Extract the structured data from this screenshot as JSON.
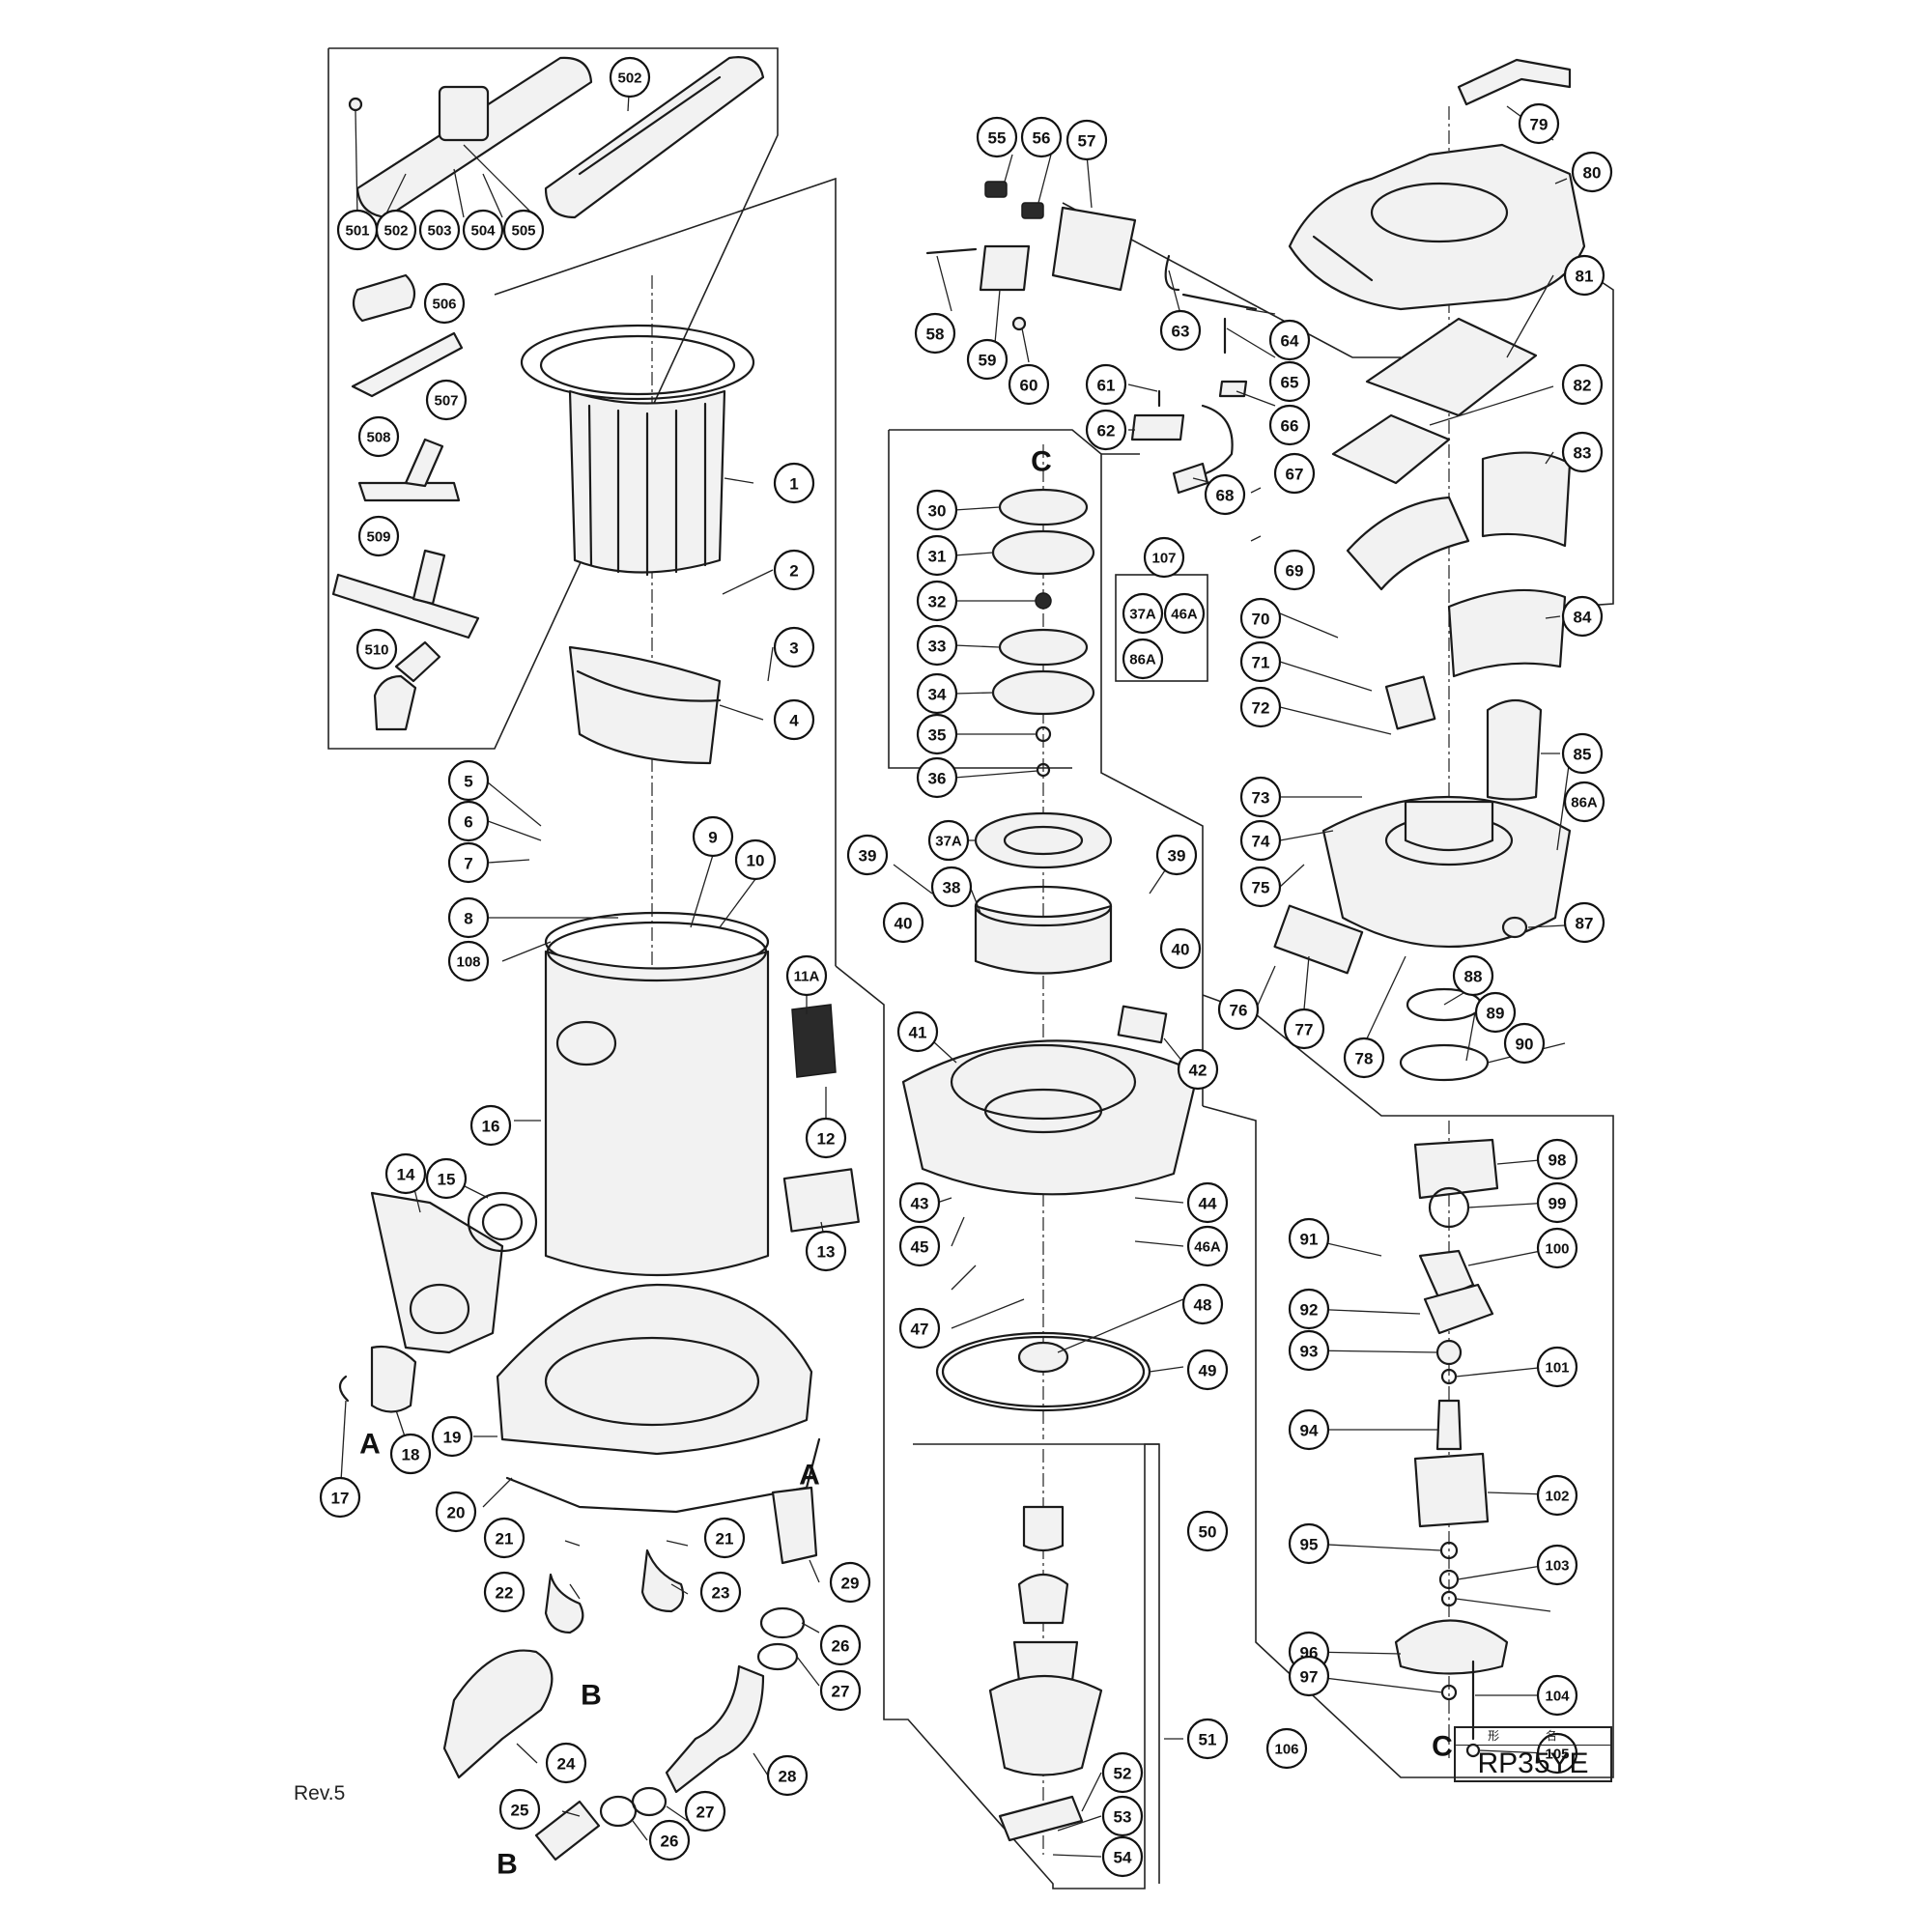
{
  "revision": "Rev.5",
  "model_box": {
    "header": "形 名",
    "model": "RP35YE"
  },
  "ref_letters": [
    "A",
    "A",
    "B",
    "B",
    "C",
    "C"
  ],
  "callouts": [
    "501",
    "502",
    "503",
    "504",
    "505",
    "502",
    "506",
    "507",
    "508",
    "509",
    "510",
    "1",
    "2",
    "3",
    "4",
    "5",
    "6",
    "7",
    "8",
    "108",
    "9",
    "10",
    "11A",
    "12",
    "13",
    "14",
    "15",
    "16",
    "17",
    "18",
    "19",
    "20",
    "21",
    "21",
    "22",
    "23",
    "24",
    "25",
    "26",
    "26",
    "27",
    "27",
    "28",
    "29",
    "55",
    "56",
    "57",
    "58",
    "59",
    "60",
    "61",
    "62",
    "63",
    "64",
    "65",
    "66",
    "67",
    "68",
    "69",
    "107",
    "37A",
    "46A",
    "86A",
    "30",
    "31",
    "32",
    "33",
    "34",
    "35",
    "36",
    "37A",
    "38",
    "39",
    "39",
    "40",
    "40",
    "41",
    "42",
    "43",
    "44",
    "45",
    "46A",
    "47",
    "48",
    "49",
    "50",
    "51",
    "52",
    "53",
    "54",
    "70",
    "71",
    "72",
    "73",
    "74",
    "75",
    "76",
    "77",
    "78",
    "79",
    "80",
    "81",
    "82",
    "83",
    "84",
    "85",
    "86A",
    "87",
    "88",
    "89",
    "90",
    "91",
    "92",
    "93",
    "94",
    "95",
    "96",
    "97",
    "98",
    "99",
    "100",
    "101",
    "102",
    "103",
    "104",
    "105",
    "106"
  ]
}
